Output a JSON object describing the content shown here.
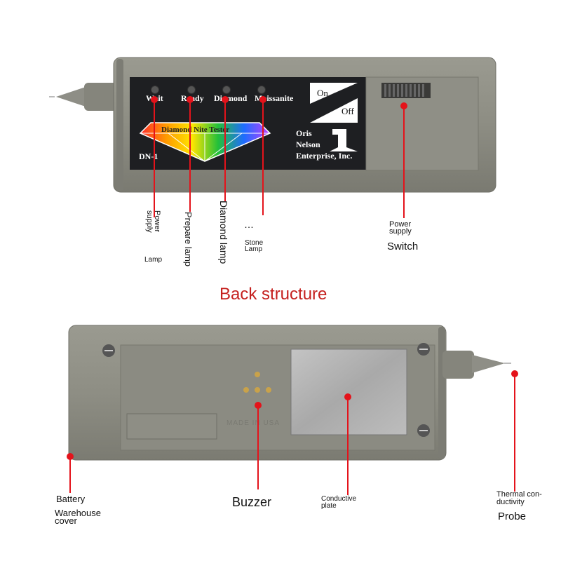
{
  "top_device": {
    "leds": [
      "Wait",
      "Ready",
      "Diamond",
      "Moissanite"
    ],
    "badge": "Diamond Nite Tester",
    "model": "DN-1",
    "switch": {
      "on": "On",
      "off": "Off"
    },
    "maker": [
      "Oris",
      "Nelson",
      "Enterprise, Inc."
    ]
  },
  "top_callouts": {
    "power_lamp_a": "Power",
    "power_lamp_b": "supply",
    "power_lamp_c": "Lamp",
    "prepare_lamp": "Prepare lamp",
    "diamond_lamp": "Diamond lamp",
    "stone_ellipsis": "…",
    "stone_a": "Stone",
    "stone_b": "Lamp",
    "switch_a": "Power",
    "switch_b": "supply",
    "switch_c": "Switch"
  },
  "section_title": "Back structure",
  "bottom_device": {
    "stamp": "MADE IN USA"
  },
  "bottom_callouts": {
    "battery_a": "Battery",
    "battery_b": "Warehouse",
    "battery_c": "cover",
    "buzzer": "Buzzer",
    "plate_a": "Conductive",
    "plate_b": "plate",
    "probe_a": "Thermal con-",
    "probe_b": "ductivity",
    "probe_c": "Probe"
  },
  "colors": {
    "accent": "#e4131b",
    "body": "#8a8a7f",
    "panel": "#1e1f22"
  }
}
